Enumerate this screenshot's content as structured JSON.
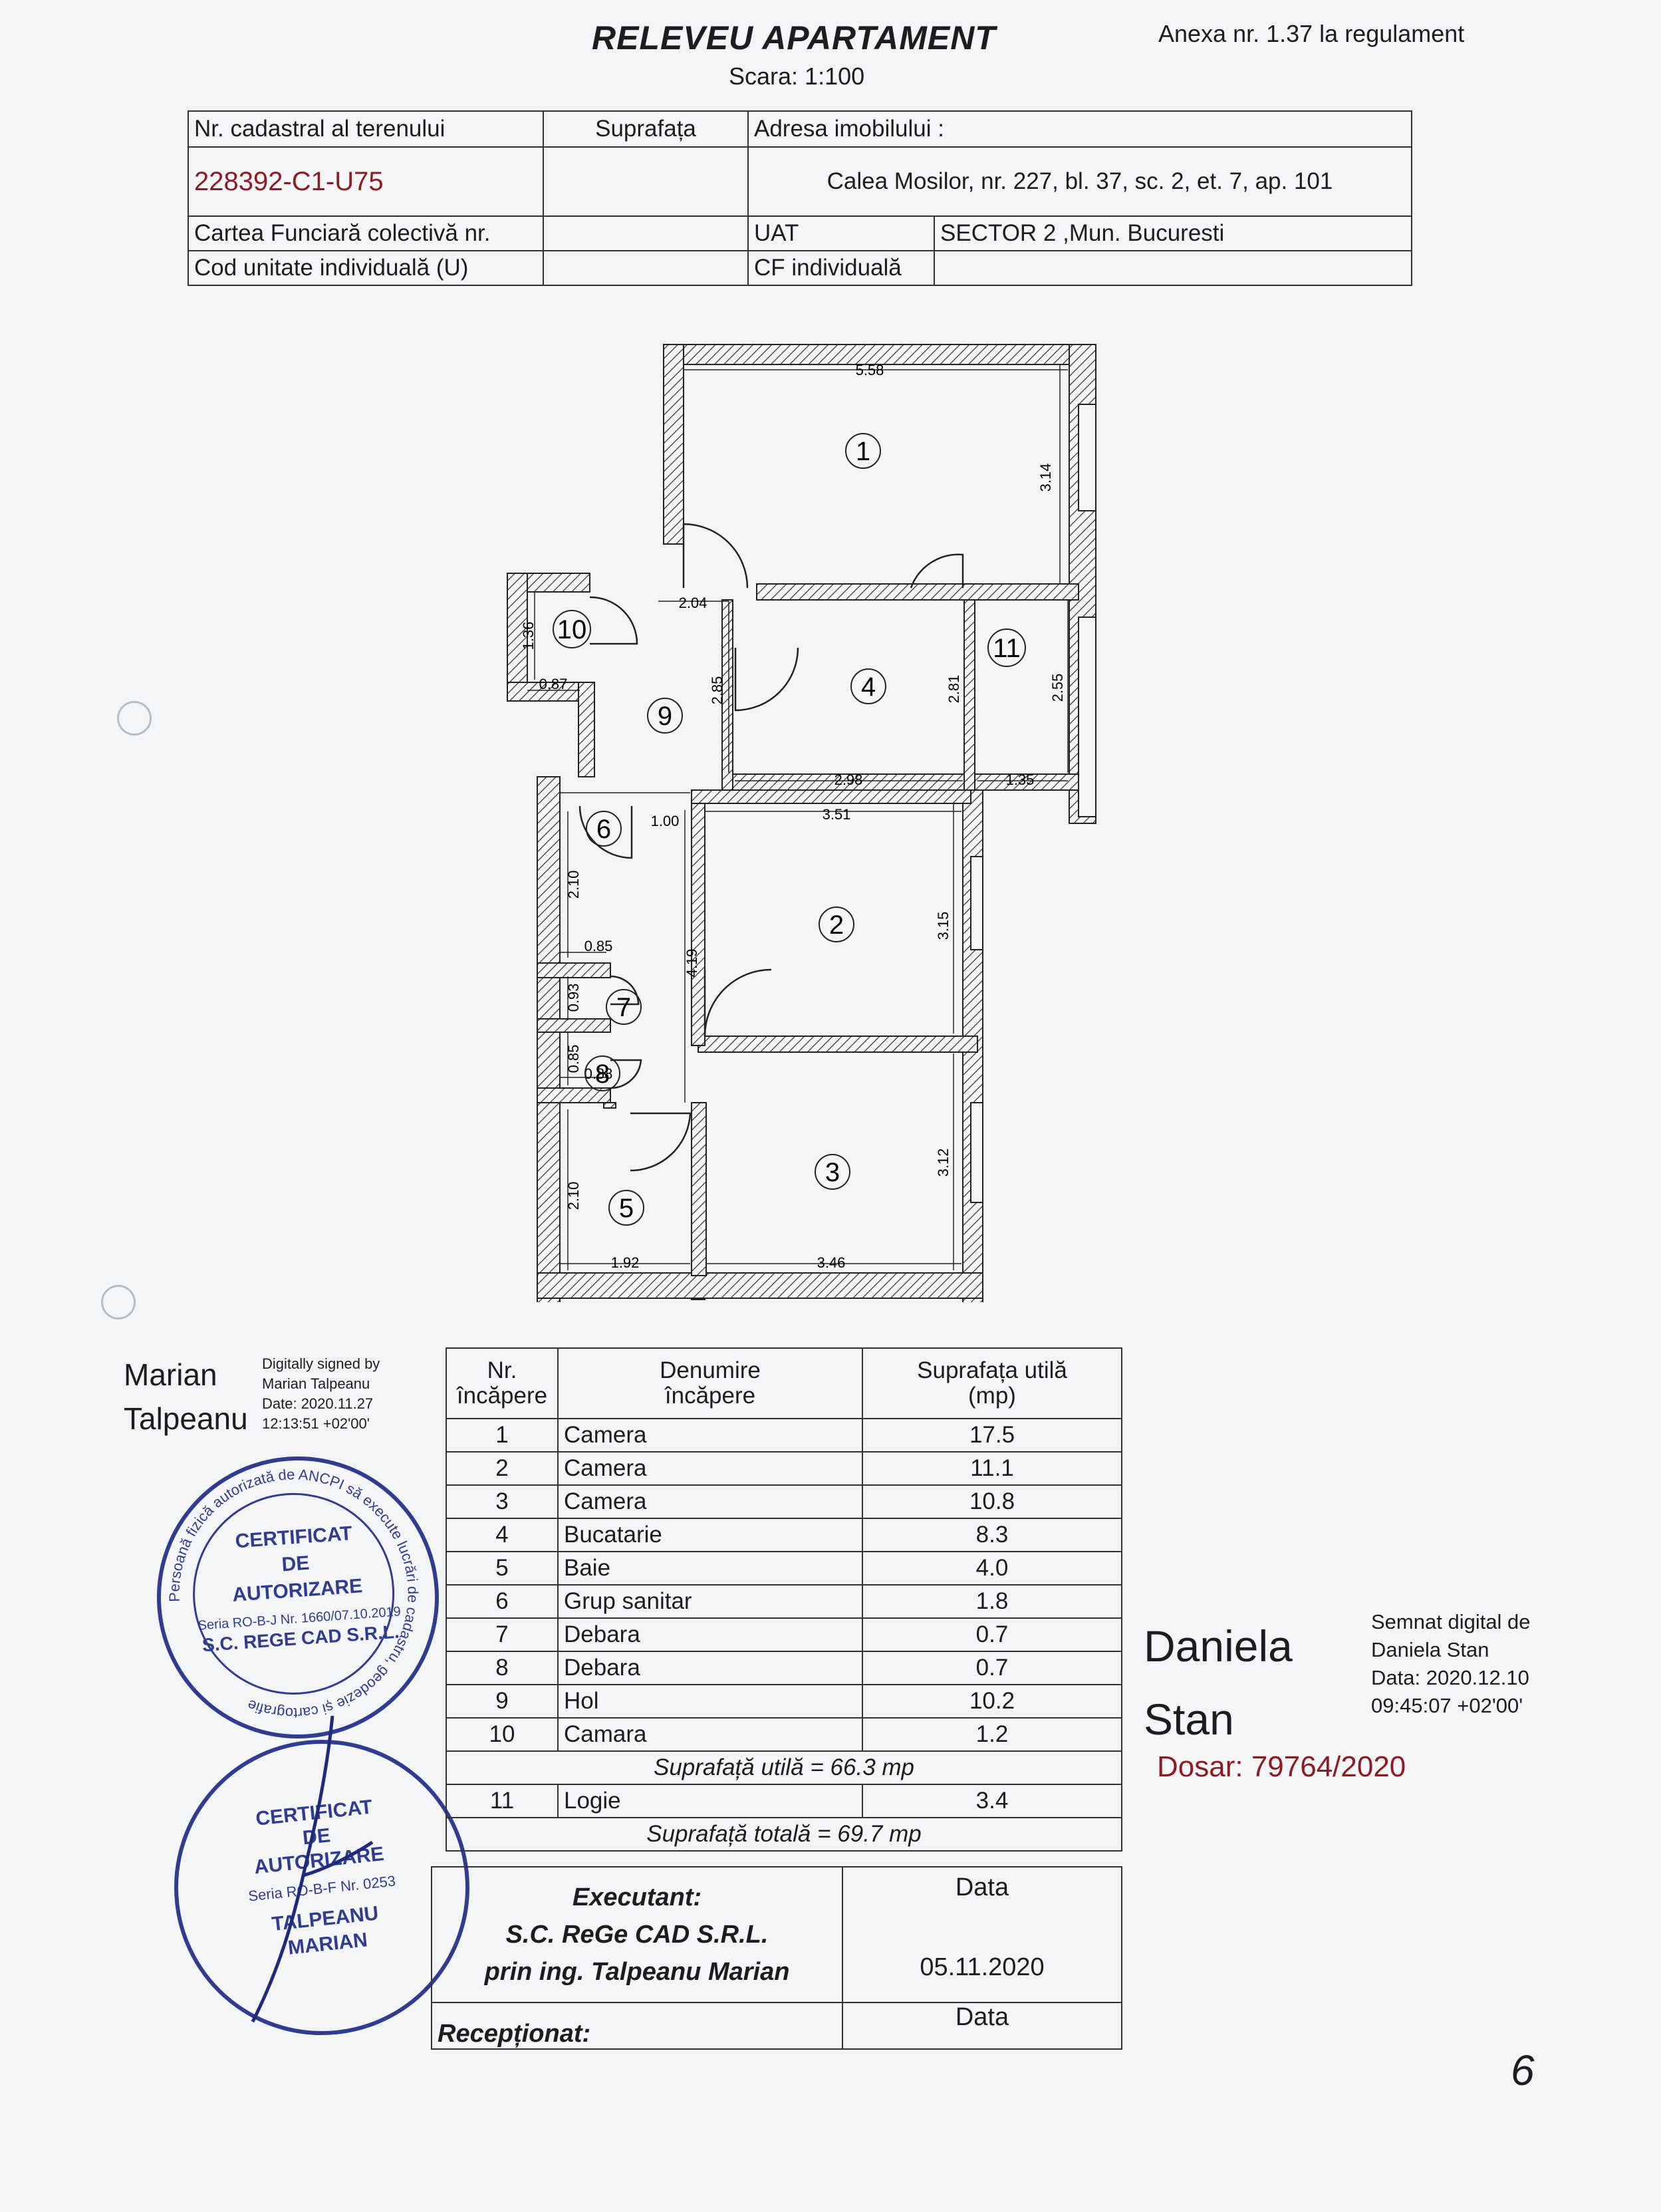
{
  "header": {
    "title": "RELEVEU APARTAMENT",
    "scale": "Scara: 1:100",
    "annex": "Anexa nr. 1.37 la regulament"
  },
  "info_table": {
    "cadastral_label": "Nr. cadastral al terenului",
    "surface_label": "Suprafața",
    "address_label": "Adresa imobilului :",
    "cadastral_value": "228392-C1-U75",
    "address_value": "Calea Mosilor, nr. 227, bl. 37, sc. 2, et. 7, ap. 101",
    "carte_label": "Cartea Funciară colectivă nr.",
    "uat_label": "UAT",
    "uat_value": "SECTOR 2 ,Mun. Bucuresti",
    "cod_label": "Cod unitate individuală (U)",
    "cf_label": "CF individuală"
  },
  "plan": {
    "room_numbers": [
      "1",
      "2",
      "3",
      "4",
      "5",
      "6",
      "7",
      "8",
      "9",
      "10",
      "11"
    ],
    "dimensions": {
      "r1_width": "5.58",
      "r1_height": "3.14",
      "r9_top": "2.04",
      "r9_height": "2.85",
      "r10_height": "1.36",
      "r10_width": "0.87",
      "r4_height": "2.81",
      "r4_width": "2.98",
      "r11_height": "2.55",
      "r11_width": "1.35",
      "r6_top": "1.00",
      "r2_width": "3.51",
      "hall_height": "4.19",
      "r2_height": "3.15",
      "r6_height": "2.10",
      "r6_width": "0.85",
      "r7_height": "0.93",
      "r8_height": "0.85",
      "r8_width": "0.88",
      "r5_height": "2.10",
      "r5_width": "1.92",
      "r3_height": "3.12",
      "r3_width": "3.46"
    }
  },
  "signature1": {
    "name_line1": "Marian",
    "name_line2": "Talpeanu",
    "meta1": "Digitally signed by",
    "meta2": "Marian Talpeanu",
    "meta3": "Date: 2020.11.27",
    "meta4": "12:13:51 +02'00'"
  },
  "signature2": {
    "name_line1": "Daniela",
    "name_line2": "Stan",
    "meta1": "Semnat digital de",
    "meta2": "Daniela Stan",
    "meta3": "Data: 2020.12.10",
    "meta4": "09:45:07 +02'00'"
  },
  "dosar": "Dosar: 79764/2020",
  "rooms_table": {
    "h1a": "Nr.",
    "h1b": "încăpere",
    "h2a": "Denumire",
    "h2b": "încăpere",
    "h3a": "Suprafața utilă",
    "h3b": "(mp)",
    "rows": [
      {
        "nr": "1",
        "name": "Camera",
        "area": "17.5"
      },
      {
        "nr": "2",
        "name": "Camera",
        "area": "11.1"
      },
      {
        "nr": "3",
        "name": "Camera",
        "area": "10.8"
      },
      {
        "nr": "4",
        "name": "Bucatarie",
        "area": "8.3"
      },
      {
        "nr": "5",
        "name": "Baie",
        "area": "4.0"
      },
      {
        "nr": "6",
        "name": "Grup sanitar",
        "area": "1.8"
      },
      {
        "nr": "7",
        "name": "Debara",
        "area": "0.7"
      },
      {
        "nr": "8",
        "name": "Debara",
        "area": "0.7"
      },
      {
        "nr": "9",
        "name": "Hol",
        "area": "10.2"
      },
      {
        "nr": "10",
        "name": "Camara",
        "area": "1.2"
      }
    ],
    "useful_total": "Suprafață utilă = 66.3 mp",
    "extra_row": {
      "nr": "11",
      "name": "Logie",
      "area": "3.4"
    },
    "grand_total": "Suprafață totală = 69.7 mp"
  },
  "bottom_table": {
    "executant_label": "Executant:",
    "executant_company": "S.C. ReGe CAD S.R.L.",
    "executant_person": "prin ing. Talpeanu Marian",
    "data_label": "Data",
    "date_value": "05.11.2020",
    "receptionat_label": "Recepționat:",
    "data_label2": "Data"
  },
  "stamp1": {
    "ring": "Persoană fizică autorizată de ANCPI să execute lucrări de cadastru, geodezie și cartografie",
    "l1": "CERTIFICAT",
    "l2": "DE",
    "l3": "AUTORIZARE",
    "l4": "Seria RO-B-J Nr. 1660/07.10.2019",
    "l5": "S.C. REGE CAD S.R.L."
  },
  "stamp2": {
    "l1": "CERTIFICAT",
    "l2": "DE",
    "l3": "AUTORIZARE",
    "l4": "Seria RO-B-F Nr. 0253",
    "l5": "TALPEANU",
    "l6": "MARIAN"
  },
  "page_mark": "6"
}
